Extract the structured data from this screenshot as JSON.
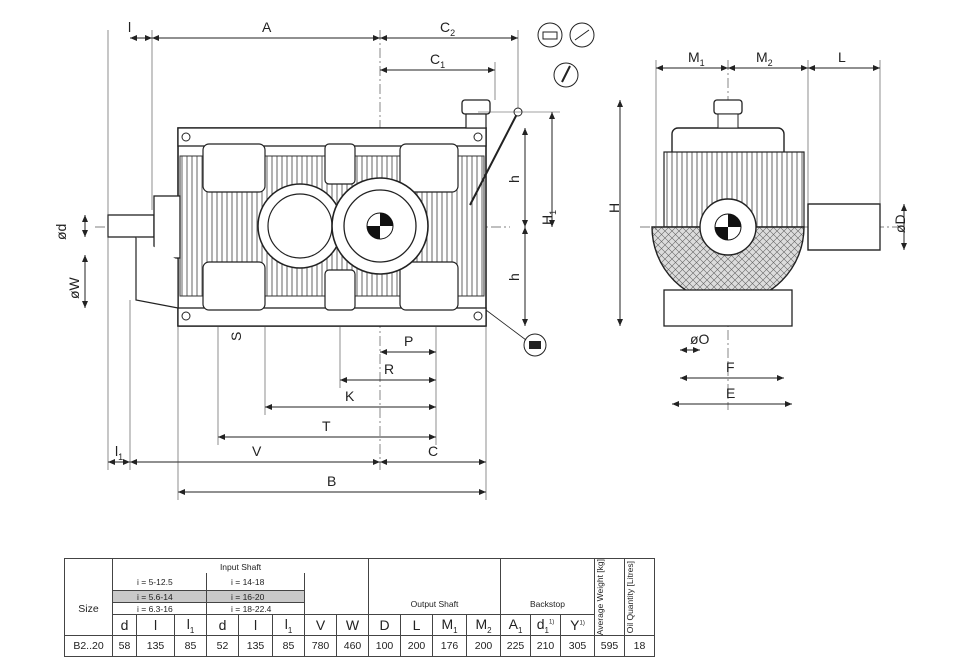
{
  "drawing": {
    "front_view_labels": {
      "l": "l",
      "A": "A",
      "C2": "C",
      "C2_sub": "2",
      "C1": "C",
      "C1_sub": "1",
      "d": "ød",
      "W": "øW",
      "h_top": "h",
      "h_bottom": "h",
      "H1": "H",
      "H1_sub": "1",
      "S": "S",
      "P": "P",
      "R": "R",
      "K": "K",
      "T": "T",
      "l1": "l",
      "l1_sub": "1",
      "V": "V",
      "C": "C",
      "B": "B"
    },
    "side_view_labels": {
      "M1": "M",
      "M1_sub": "1",
      "M2": "M",
      "M2_sub": "2",
      "L": "L",
      "H": "H",
      "D": "øD",
      "O": "øO",
      "F": "F",
      "E": "E"
    }
  },
  "table": {
    "size_label": "Size",
    "input_shaft_label": "Input Shaft",
    "output_shaft_label": "Output Shaft",
    "backstop_label": "Backstop",
    "average_weight_label": "Average Weight [kg]",
    "oil_quantity_label": "Oil Quantity [Litres]",
    "ratio_ranges_left": [
      "i = 5-12.5",
      "i = 5.6-14",
      "i = 6.3-16"
    ],
    "ratio_ranges_right": [
      "i = 14-18",
      "i = 16-20",
      "i = 18-22.4"
    ],
    "columns": [
      "d",
      "l",
      "l",
      "d",
      "l",
      "l",
      "V",
      "W",
      "D",
      "L",
      "M",
      "M",
      "A",
      "d",
      "Y"
    ],
    "column_subscripts": [
      "",
      "",
      "1",
      "",
      "",
      "1",
      "",
      "",
      "",
      "",
      "1",
      "2",
      "1",
      "1",
      ""
    ],
    "footnote_mark": "1)",
    "row": {
      "size": "B2..20",
      "values": [
        "58",
        "135",
        "85",
        "52",
        "135",
        "85",
        "780",
        "460",
        "100",
        "200",
        "176",
        "200",
        "225",
        "210",
        "305",
        "595",
        "18"
      ]
    }
  }
}
